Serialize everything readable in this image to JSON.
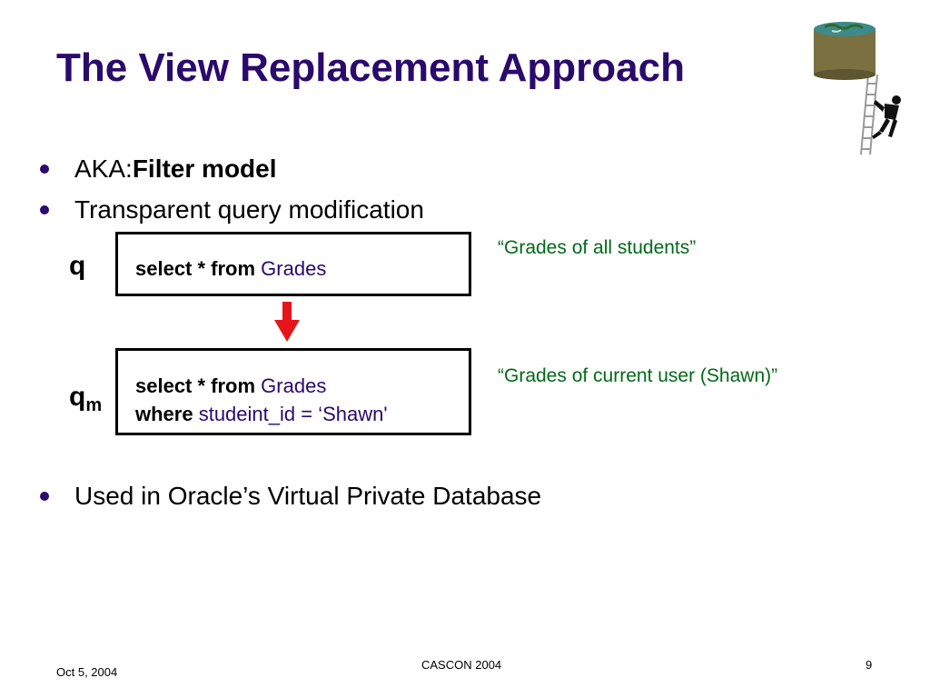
{
  "slide": {
    "title": "The View Replacement Approach",
    "bullets": [
      {
        "prefix": "AKA: ",
        "bold": "Filter model"
      },
      {
        "text": "Transparent query modification"
      },
      {
        "text": "Used in Oracle’s Virtual Private Database"
      }
    ],
    "query_original": {
      "label": "q",
      "kw_select": "select *  ",
      "kw_from": "from ",
      "table": "Grades",
      "note": "“Grades of all students”"
    },
    "query_modified": {
      "label": "q",
      "label_sub": "m",
      "kw_select_from": "select * from ",
      "table": "Grades",
      "kw_where": "where  ",
      "condition": "studeint_id = ‘Shawn'",
      "note": "“Grades of current user (Shawn)”"
    },
    "colors": {
      "title": "#2a0a6b",
      "note": "#006a17",
      "arrow": "#e8141c"
    },
    "icons": {
      "logo": "database-ladder-climber-icon",
      "arrow": "arrow-down-icon"
    }
  },
  "footer": {
    "date": "Oct 5, 2004",
    "conference": "CASCON 2004",
    "page": "9"
  }
}
